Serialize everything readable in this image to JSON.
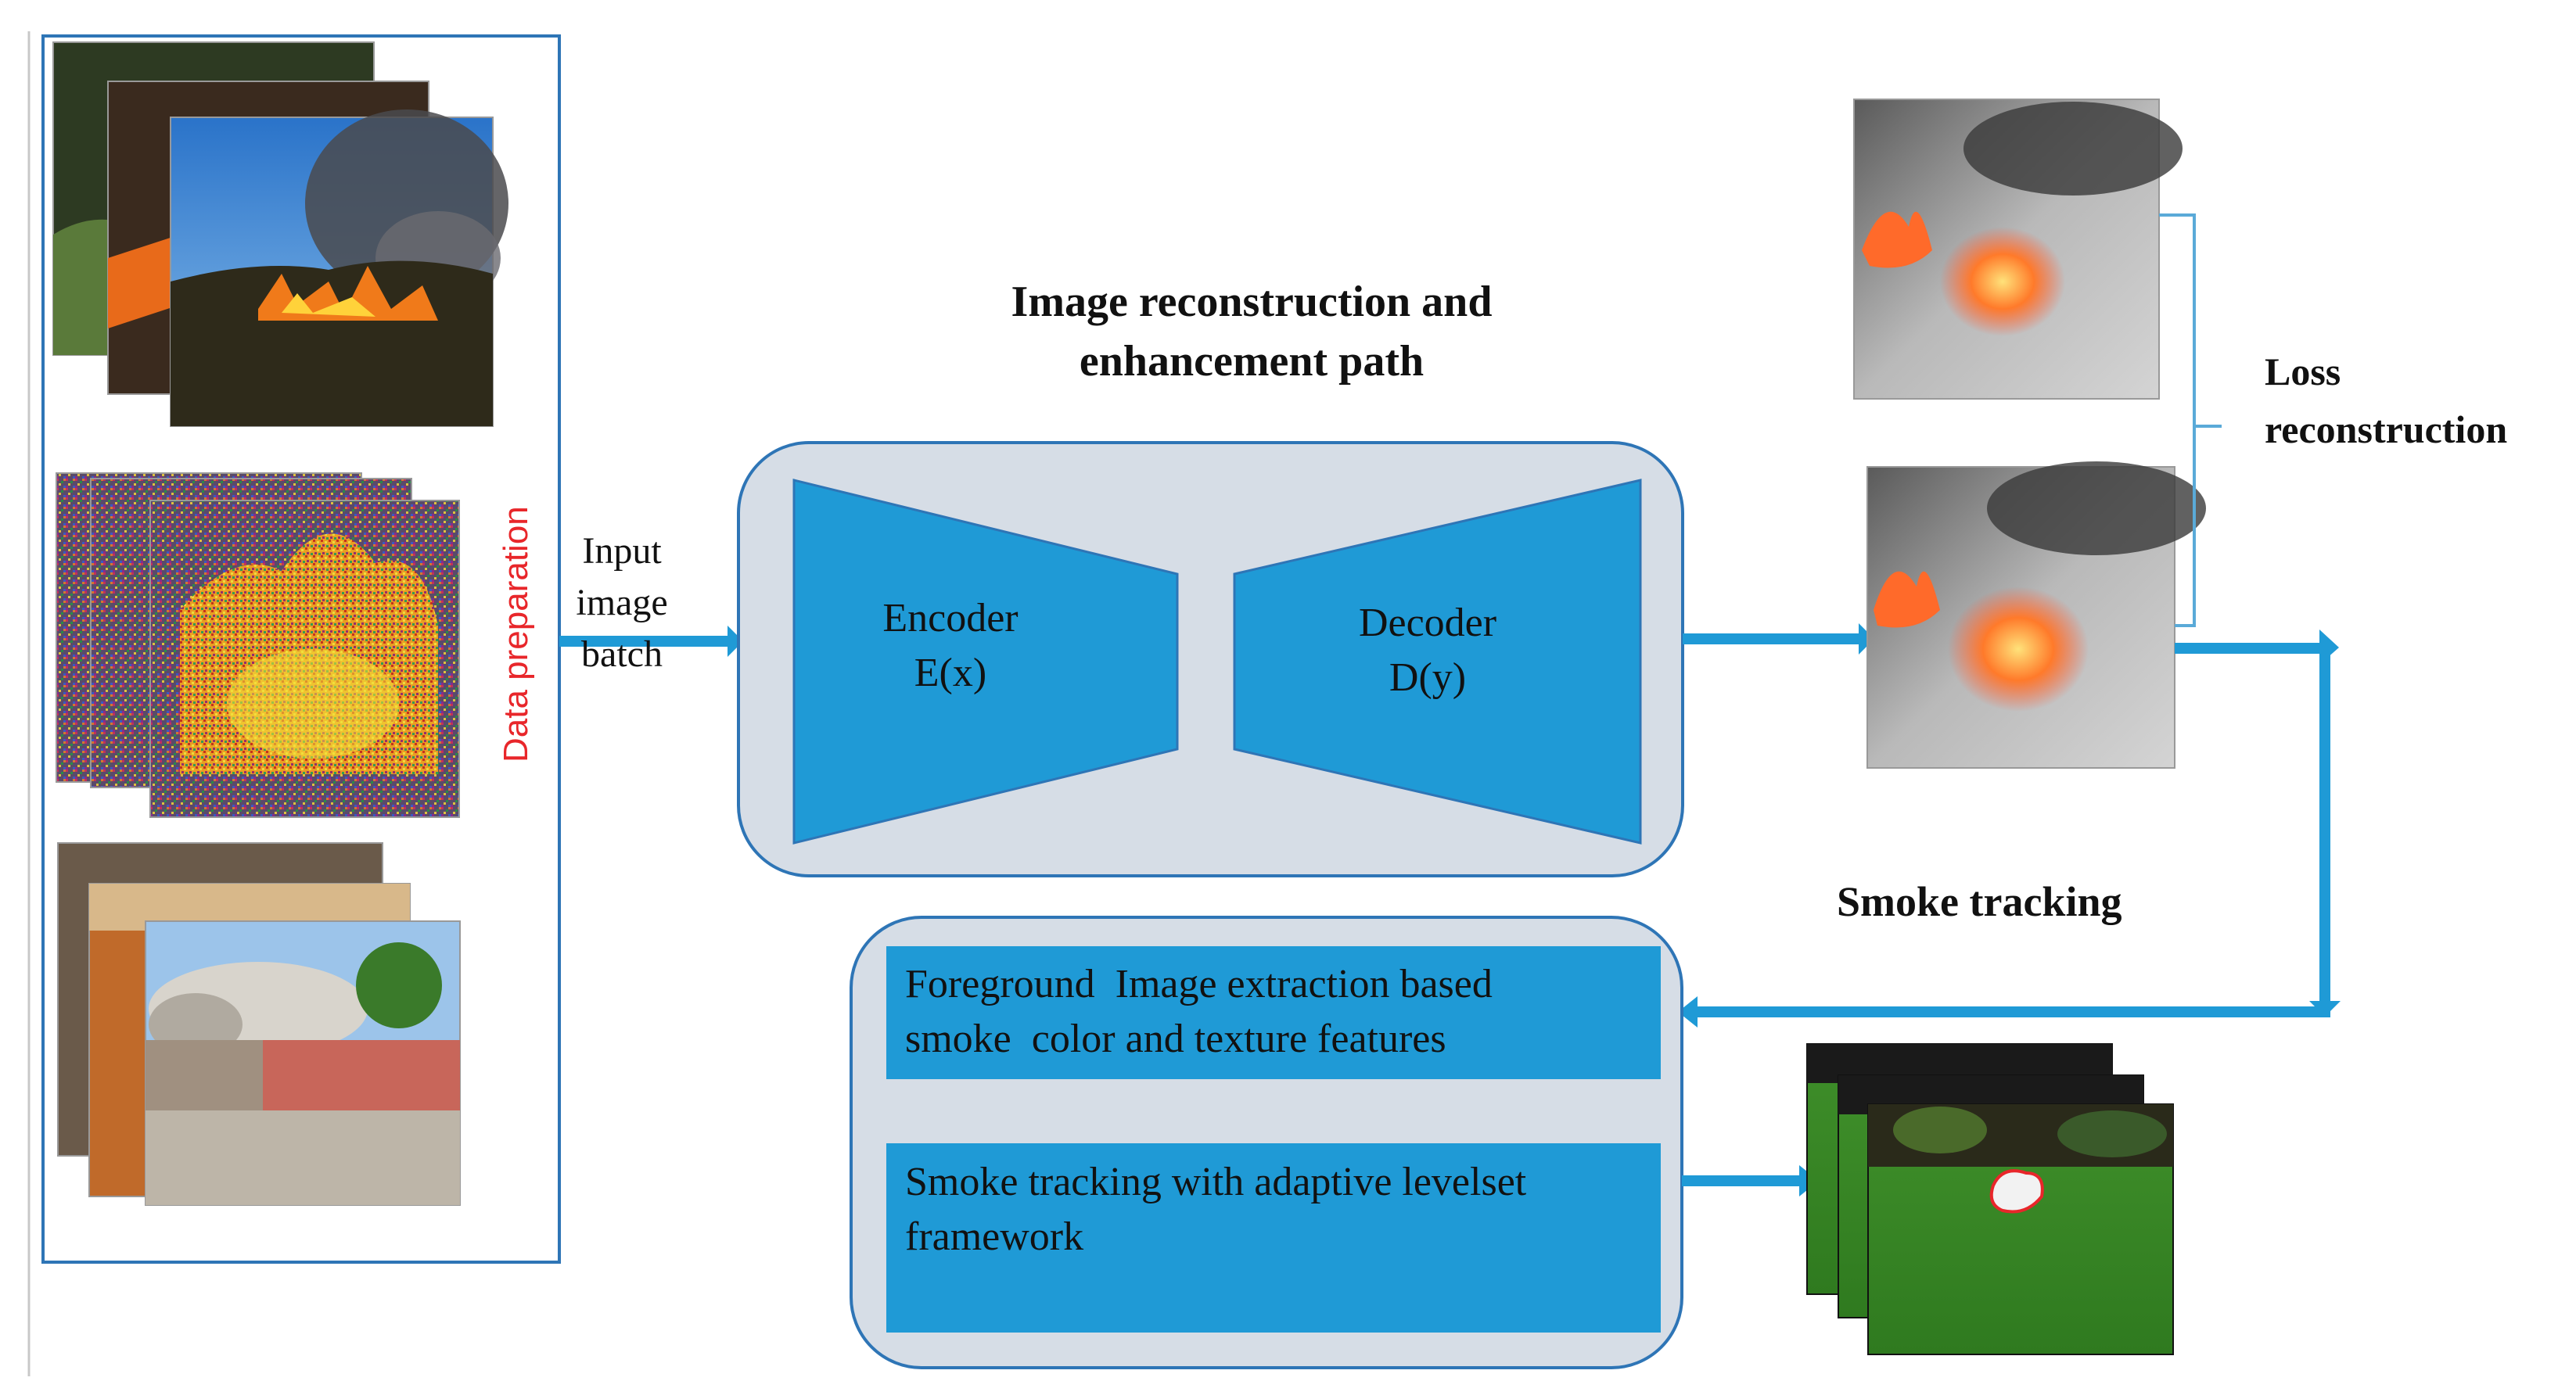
{
  "data_prep": {
    "label": "Data preparation"
  },
  "input": {
    "line1": "Input",
    "line2": "image",
    "line3": "batch"
  },
  "recon_title": {
    "line1": "Image reconstruction and",
    "line2": "enhancement path"
  },
  "encoder": {
    "line1": "Encoder",
    "line2": "E(x)"
  },
  "decoder": {
    "line1": "Decoder",
    "line2": "D(y)"
  },
  "loss": {
    "line1": "Loss",
    "line2": "reconstruction"
  },
  "smoke_tracking_title": "Smoke tracking",
  "boxes": {
    "foreground": {
      "line1": "Foreground  Image extraction based",
      "line2": "smoke  color and texture features"
    },
    "tracking": {
      "line1": "Smoke tracking with adaptive levelset",
      "line2": "framework"
    }
  },
  "colors": {
    "blue": "#1f9ad6",
    "panel_fill": "#d6dde6",
    "panel_border": "#2e75b6",
    "red_text": "#e8262a"
  }
}
